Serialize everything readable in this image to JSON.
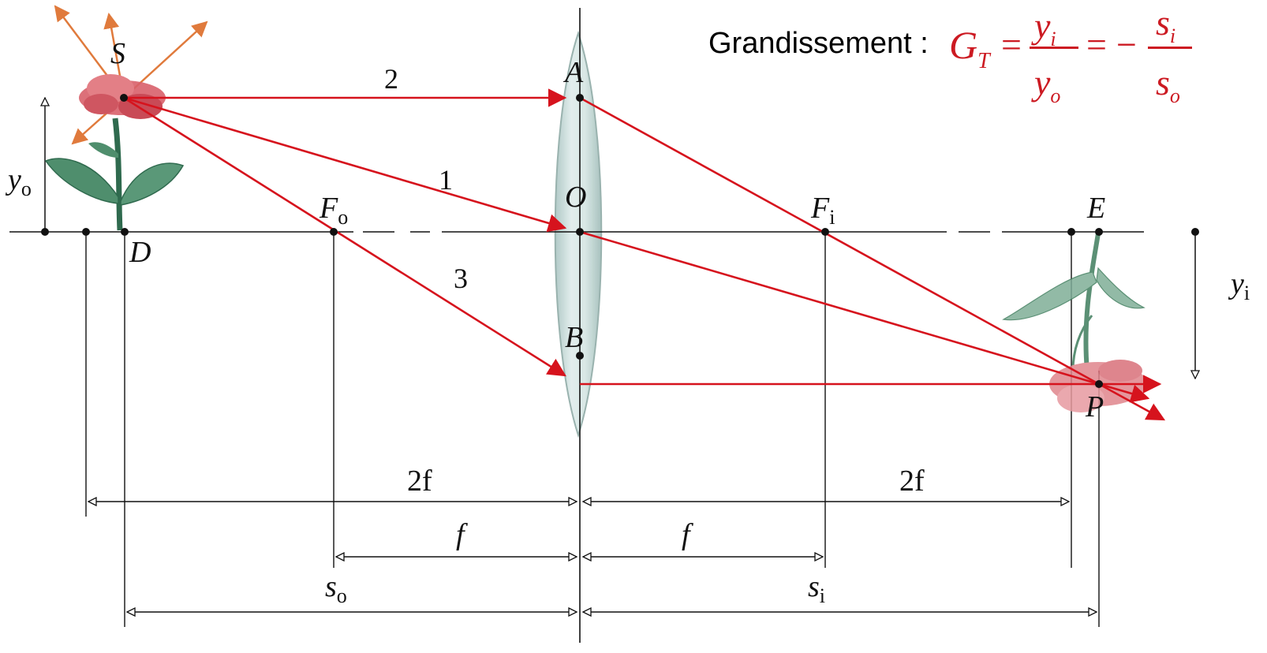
{
  "formula": {
    "lead": "Grandissement :",
    "lhs_main": "G",
    "lhs_sub": "T",
    "eq": "=",
    "minus": "−",
    "num1": "y",
    "num1_sub": "i",
    "den1": "y",
    "den1_sub": "o",
    "num2": "s",
    "num2_sub": "i",
    "den2": "s",
    "den2_sub": "o",
    "color": "#cc1a22"
  },
  "points": {
    "S": "S",
    "A": "A",
    "O": "O",
    "B": "B",
    "D": "D",
    "E": "E",
    "P": "P",
    "Fo_main": "F",
    "Fo_sub": "o",
    "Fi_main": "F",
    "Fi_sub": "i"
  },
  "rays": {
    "r1": "1",
    "r2": "2",
    "r3": "3"
  },
  "heights": {
    "yo_main": "y",
    "yo_sub": "o",
    "yi_main": "y",
    "yi_sub": "i"
  },
  "dimensions": {
    "two_f_left": "2f",
    "two_f_right": "2f",
    "f_left": "f",
    "f_right": "f",
    "so_main": "s",
    "so_sub": "o",
    "si_main": "s",
    "si_sub": "i"
  },
  "colors": {
    "ray": "#d6131d",
    "object_ray": "#e07a3c",
    "lens": "#c9dcd9",
    "petal": "#d8606a",
    "leaf": "#3f7d5d"
  }
}
